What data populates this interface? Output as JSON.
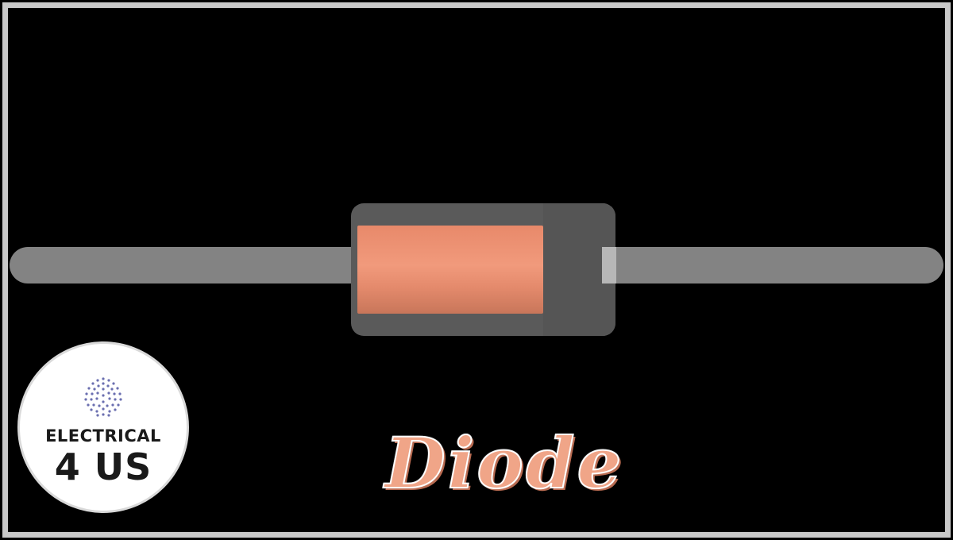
{
  "scene": {
    "background_color": "#000000",
    "frame_color": "#c9c9c9",
    "diode": {
      "lead_color": "#8e8e8e",
      "body_color": "#5a5a5a",
      "core_color": "#f19a7c"
    }
  },
  "logo": {
    "line1": "ELECTRICAL",
    "line2": "4 US",
    "icon": "dotted-sphere-icon"
  },
  "title": {
    "text": "Diode",
    "color": "#f0a588"
  }
}
